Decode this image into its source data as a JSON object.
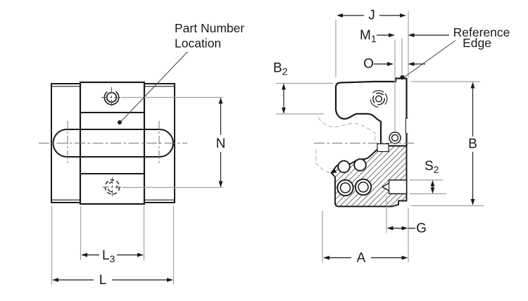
{
  "drawing": {
    "title_context": "technical drawing, two orthographic views of a linear guide carriage",
    "annotations": {
      "part_number": {
        "line1": "Part Number",
        "line2": "Location"
      },
      "reference_edge": {
        "line1": "Reference",
        "line2": "Edge"
      }
    },
    "dimensions": {
      "front_view": {
        "n": "N",
        "l3": {
          "base": "L",
          "sub": "3"
        },
        "l": "L"
      },
      "side_view": {
        "j": "J",
        "m1": {
          "base": "M",
          "sub": "1"
        },
        "o": "O",
        "b2": {
          "base": "B",
          "sub": "2"
        },
        "b": "B",
        "s2": {
          "base": "S",
          "sub": "2"
        },
        "g": "G",
        "a": "A"
      }
    },
    "colors": {
      "outline": "#1a1a1a",
      "extension_line": "#a0a0a0",
      "hidden_line": "#bdbdbd",
      "centerline": "#777777",
      "hatch": "#5a5a5a",
      "background": "#ffffff"
    }
  }
}
